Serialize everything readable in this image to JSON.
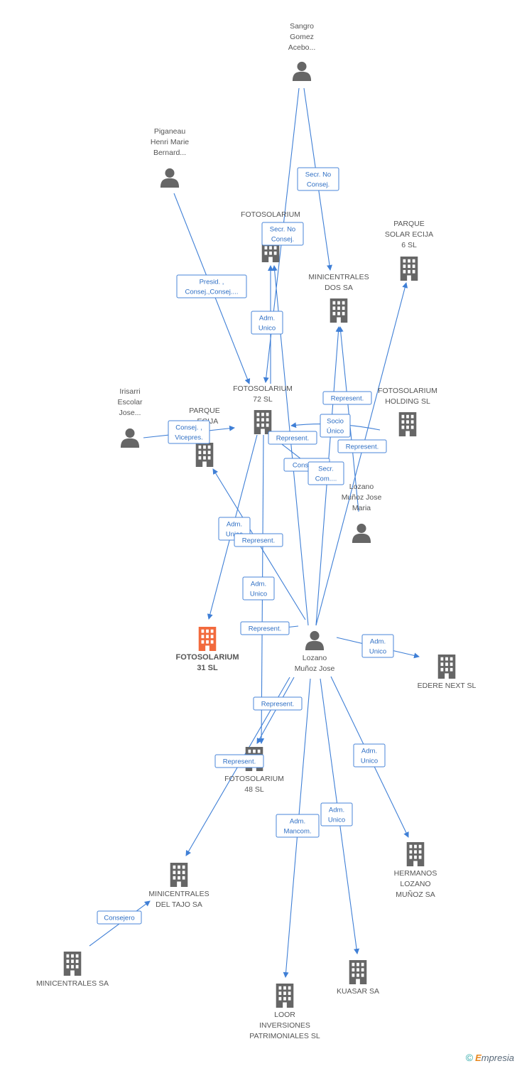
{
  "nodes": [
    {
      "id": "sangro",
      "type": "person",
      "label": [
        "Sangro",
        "Gomez",
        "Acebo..."
      ]
    },
    {
      "id": "piganeau",
      "type": "person",
      "label": [
        "Piganeau",
        "Henri Marie",
        "Bernard..."
      ]
    },
    {
      "id": "fotosolarium_top",
      "type": "company",
      "label": [
        "FOTOSOLARIUM",
        "4..."
      ]
    },
    {
      "id": "parque_solar",
      "type": "company",
      "label": [
        "PARQUE",
        "SOLAR ECIJA",
        "6 SL"
      ]
    },
    {
      "id": "minicentrales_dos",
      "type": "company",
      "label": [
        "MINICENTRALES",
        "DOS SA"
      ]
    },
    {
      "id": "fotosolarium72",
      "type": "company",
      "label": [
        "FOTOSOLARIUM",
        "72 SL"
      ]
    },
    {
      "id": "fotosolarium_holding",
      "type": "company",
      "label": [
        "FOTOSOLARIUM",
        "HOLDING  SL"
      ]
    },
    {
      "id": "irisarri",
      "type": "person",
      "label": [
        "Irisarri",
        "Escolar",
        "Jose..."
      ]
    },
    {
      "id": "parque_ecija",
      "type": "company",
      "label": [
        "PARQUE",
        "...ECIJA"
      ]
    },
    {
      "id": "lozano_maria",
      "type": "person",
      "label": [
        "Lozano",
        "Muñoz Jose",
        "Maria"
      ]
    },
    {
      "id": "fotosolarium31",
      "type": "company",
      "main": true,
      "label": [
        "FOTOSOLARIUM",
        "31 SL"
      ]
    },
    {
      "id": "lozano_jose",
      "type": "person",
      "label": [
        "Lozano",
        "Muñoz Jose"
      ]
    },
    {
      "id": "edere",
      "type": "company",
      "label": [
        "EDERE NEXT SL"
      ]
    },
    {
      "id": "fotosolarium48",
      "type": "company",
      "label": [
        "FOTOSOLARIUM",
        "48 SL"
      ]
    },
    {
      "id": "minicentrales_tajo",
      "type": "company",
      "label": [
        "MINICENTRALES",
        "DEL TAJO SA"
      ]
    },
    {
      "id": "hermanos",
      "type": "company",
      "label": [
        "HERMANOS",
        "LOZANO",
        "MUÑOZ SA"
      ]
    },
    {
      "id": "minicentrales_sa",
      "type": "company",
      "label": [
        "MINICENTRALES SA"
      ]
    },
    {
      "id": "kuasar",
      "type": "company",
      "label": [
        "KUASAR SA"
      ]
    },
    {
      "id": "loor",
      "type": "company",
      "label": [
        "LOOR",
        "INVERSIONES",
        "PATRIMONIALES SL"
      ]
    }
  ],
  "edges": [
    {
      "id": "e1",
      "label": [
        "Secr.  No",
        "Consej."
      ]
    },
    {
      "id": "e2",
      "label": [
        "Secr.  No",
        "Consej."
      ]
    },
    {
      "id": "e3",
      "label": [
        "Presid. ,",
        "Consej.,Consej...."
      ]
    },
    {
      "id": "e4",
      "label": [
        "Adm.",
        "Unico"
      ]
    },
    {
      "id": "e5",
      "label": [
        "Represent."
      ]
    },
    {
      "id": "e6",
      "label": [
        "Socio",
        "Único"
      ]
    },
    {
      "id": "e7",
      "label": [
        "Represent."
      ]
    },
    {
      "id": "e8",
      "label": [
        "Represent."
      ]
    },
    {
      "id": "e9",
      "label": [
        "Consej. ,",
        "Vicepres."
      ]
    },
    {
      "id": "e10",
      "label": [
        "Consej...."
      ]
    },
    {
      "id": "e11",
      "label": [
        "Secr.",
        "Com...."
      ]
    },
    {
      "id": "e12",
      "label": [
        "Adm.",
        "Unico"
      ]
    },
    {
      "id": "e13",
      "label": [
        "Represent."
      ]
    },
    {
      "id": "e14",
      "label": [
        "Adm.",
        "Unico"
      ]
    },
    {
      "id": "e15",
      "label": [
        "Represent."
      ]
    },
    {
      "id": "e16",
      "label": [
        "Adm.",
        "Unico"
      ]
    },
    {
      "id": "e17",
      "label": [
        "Represent."
      ]
    },
    {
      "id": "e18",
      "label": [
        "Represent."
      ]
    },
    {
      "id": "e19",
      "label": [
        "Adm.",
        "Unico"
      ]
    },
    {
      "id": "e20",
      "label": [
        "Adm.",
        "Unico"
      ]
    },
    {
      "id": "e21",
      "label": [
        "Adm.",
        "Mancom."
      ]
    },
    {
      "id": "e22",
      "label": [
        "Consejero"
      ]
    }
  ],
  "colors": {
    "edge": "#3f7fd6",
    "node": "#666666",
    "main_node": "#f26a3d",
    "label_border": "#4a86d8"
  },
  "footer": {
    "copyright": "©",
    "brand_initial": "E",
    "brand_rest": "mpresia"
  }
}
